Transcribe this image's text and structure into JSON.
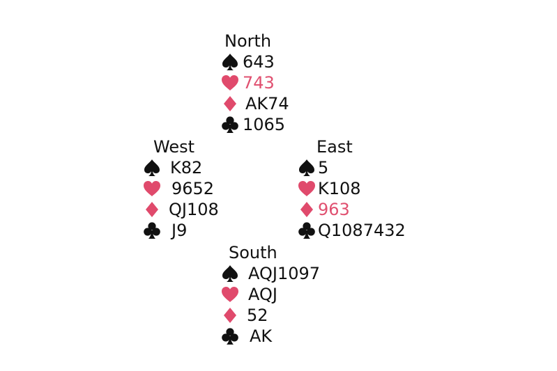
{
  "colors": {
    "black_suit": "#111111",
    "red_suit": "#e04a6c",
    "red_text": "#e05070",
    "text": "#111111",
    "background": "#ffffff"
  },
  "hands": {
    "north": {
      "name": "North",
      "spades": "643",
      "hearts": "743",
      "diamonds": "AK74",
      "clubs": "1065"
    },
    "west": {
      "name": "West",
      "spades": "K82",
      "hearts": "9652",
      "diamonds": "QJ108",
      "clubs": "J9"
    },
    "east": {
      "name": "East",
      "spades": "5",
      "hearts": "K108",
      "diamonds": "963",
      "clubs": "Q1087432"
    },
    "south": {
      "name": "South",
      "spades": "AQJ1097",
      "hearts": "AQJ",
      "diamonds": "52",
      "clubs": "AK"
    }
  },
  "icons": {
    "spades": "spade-icon",
    "hearts": "heart-icon",
    "diamonds": "diamond-icon",
    "clubs": "club-icon"
  }
}
